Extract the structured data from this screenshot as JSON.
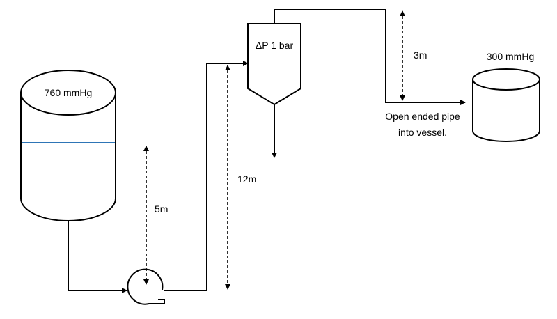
{
  "labels": {
    "feed_tank_pressure": "760 mmHg",
    "height_pump": "5m",
    "height_separator": "12m",
    "separator_dp": "ΔP 1 bar",
    "height_outlet": "3m",
    "receiver_pressure": "300 mmHg",
    "open_pipe_line1": "Open ended pipe",
    "open_pipe_line2": "into vessel."
  },
  "colors": {
    "line": "#000000",
    "liquid_level": "#2e75b6",
    "background": "#ffffff"
  }
}
